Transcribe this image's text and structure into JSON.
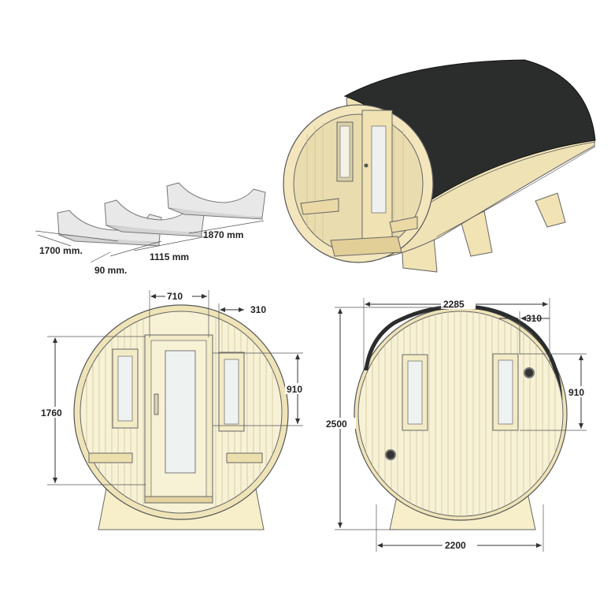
{
  "supports_view": {
    "dims": {
      "length": "1870 mm",
      "height": "1700 mm.",
      "spacing": "1115 mm",
      "thickness": "90 mm."
    }
  },
  "front_view": {
    "dims": {
      "door_width": "710",
      "window_offset": "310",
      "window_height": "910",
      "interior_height": "1760"
    }
  },
  "back_view": {
    "dims": {
      "outer_width": "2285",
      "window_offset": "310",
      "window_height": "910",
      "total_height": "2500",
      "base_width": "2200"
    }
  },
  "colors": {
    "wood": "#f6efc9",
    "roof": "#2b2d2d",
    "outline": "#555555"
  }
}
